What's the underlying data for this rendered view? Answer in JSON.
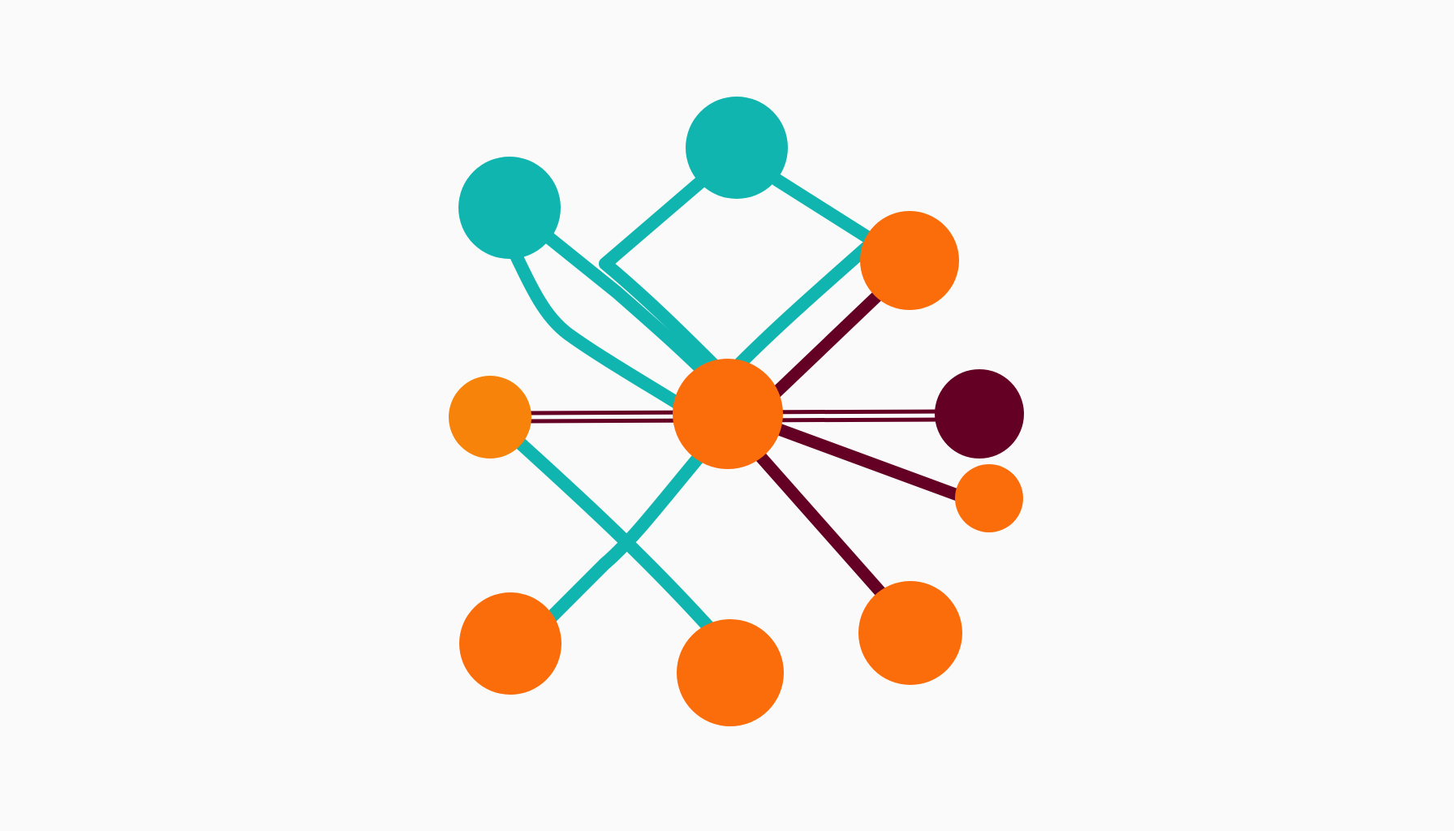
{
  "diagram": {
    "type": "network-graph",
    "background_color": "#fafafa",
    "colors": {
      "teal": "#10b5b0",
      "teal_dark": "#0da39d",
      "orange": "#fb6d0a",
      "orange_light": "#f7830a",
      "maroon": "#640024"
    },
    "nodes": [
      {
        "id": "teal-top-left",
        "color": "teal"
      },
      {
        "id": "teal-top",
        "color": "teal"
      },
      {
        "id": "orange-top-right",
        "color": "orange"
      },
      {
        "id": "orange-left",
        "color": "orange_light"
      },
      {
        "id": "orange-center",
        "color": "orange"
      },
      {
        "id": "maroon-right",
        "color": "maroon"
      },
      {
        "id": "orange-small-right",
        "color": "orange"
      },
      {
        "id": "orange-bottom-left",
        "color": "orange"
      },
      {
        "id": "orange-bottom-center",
        "color": "orange"
      },
      {
        "id": "orange-bottom-right",
        "color": "orange"
      }
    ],
    "edges": [
      {
        "from": "teal-top-left",
        "to": "orange-center",
        "color": "teal"
      },
      {
        "from": "teal-top-left",
        "to": "orange-center",
        "color": "teal",
        "curved": true
      },
      {
        "from": "teal-top",
        "to": "orange-center",
        "color": "teal"
      },
      {
        "from": "teal-top",
        "to": "orange-top-right",
        "color": "teal"
      },
      {
        "from": "orange-top-right",
        "to": "orange-center",
        "color": "teal"
      },
      {
        "from": "orange-top-right",
        "to": "orange-center",
        "color": "maroon"
      },
      {
        "from": "orange-left",
        "to": "maroon-right",
        "color": "maroon"
      },
      {
        "from": "orange-center",
        "to": "orange-small-right",
        "color": "maroon"
      },
      {
        "from": "orange-center",
        "to": "orange-bottom-right",
        "color": "maroon"
      },
      {
        "from": "orange-left",
        "to": "orange-bottom-center",
        "color": "teal"
      },
      {
        "from": "orange-center",
        "to": "orange-bottom-left",
        "color": "teal"
      }
    ]
  }
}
